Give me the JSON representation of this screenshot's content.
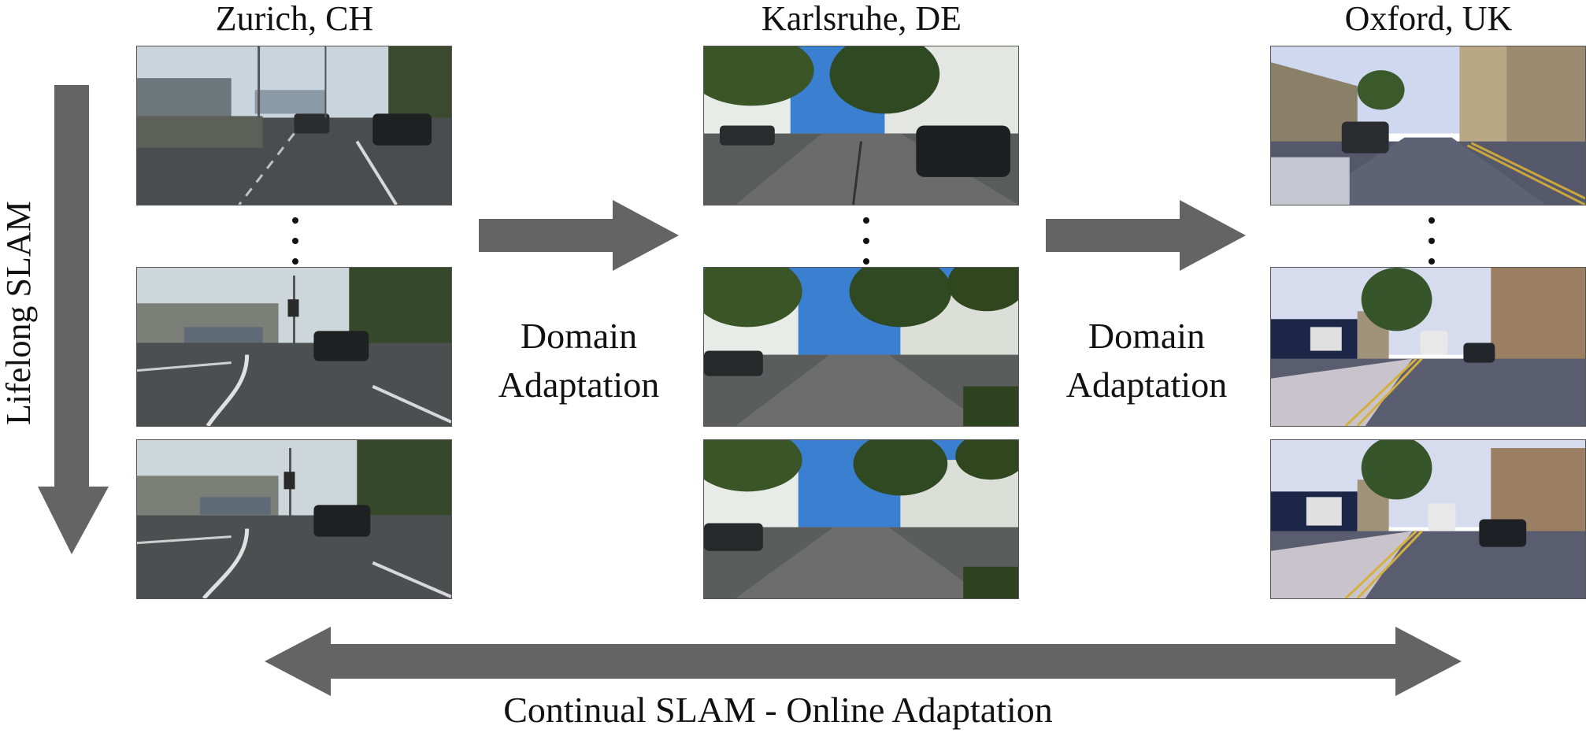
{
  "cities": [
    {
      "label": "Zurich, CH"
    },
    {
      "label": "Karlsruhe, DE"
    },
    {
      "label": "Oxford, UK"
    }
  ],
  "domain_adaptation": {
    "line1": "Domain",
    "line2": "Adaptation"
  },
  "lifelong_label": "Lifelong SLAM",
  "continual_label": "Continual SLAM - Online Adaptation",
  "colors": {
    "arrow": "#646464",
    "text": "#111111",
    "zurich_sky": "#c9d4dc",
    "karlsruhe_sky": "#3b7fd0",
    "oxford_sky": "#cfd8ef",
    "road": "#4a4d4f",
    "foliage": "#2f4a22"
  }
}
